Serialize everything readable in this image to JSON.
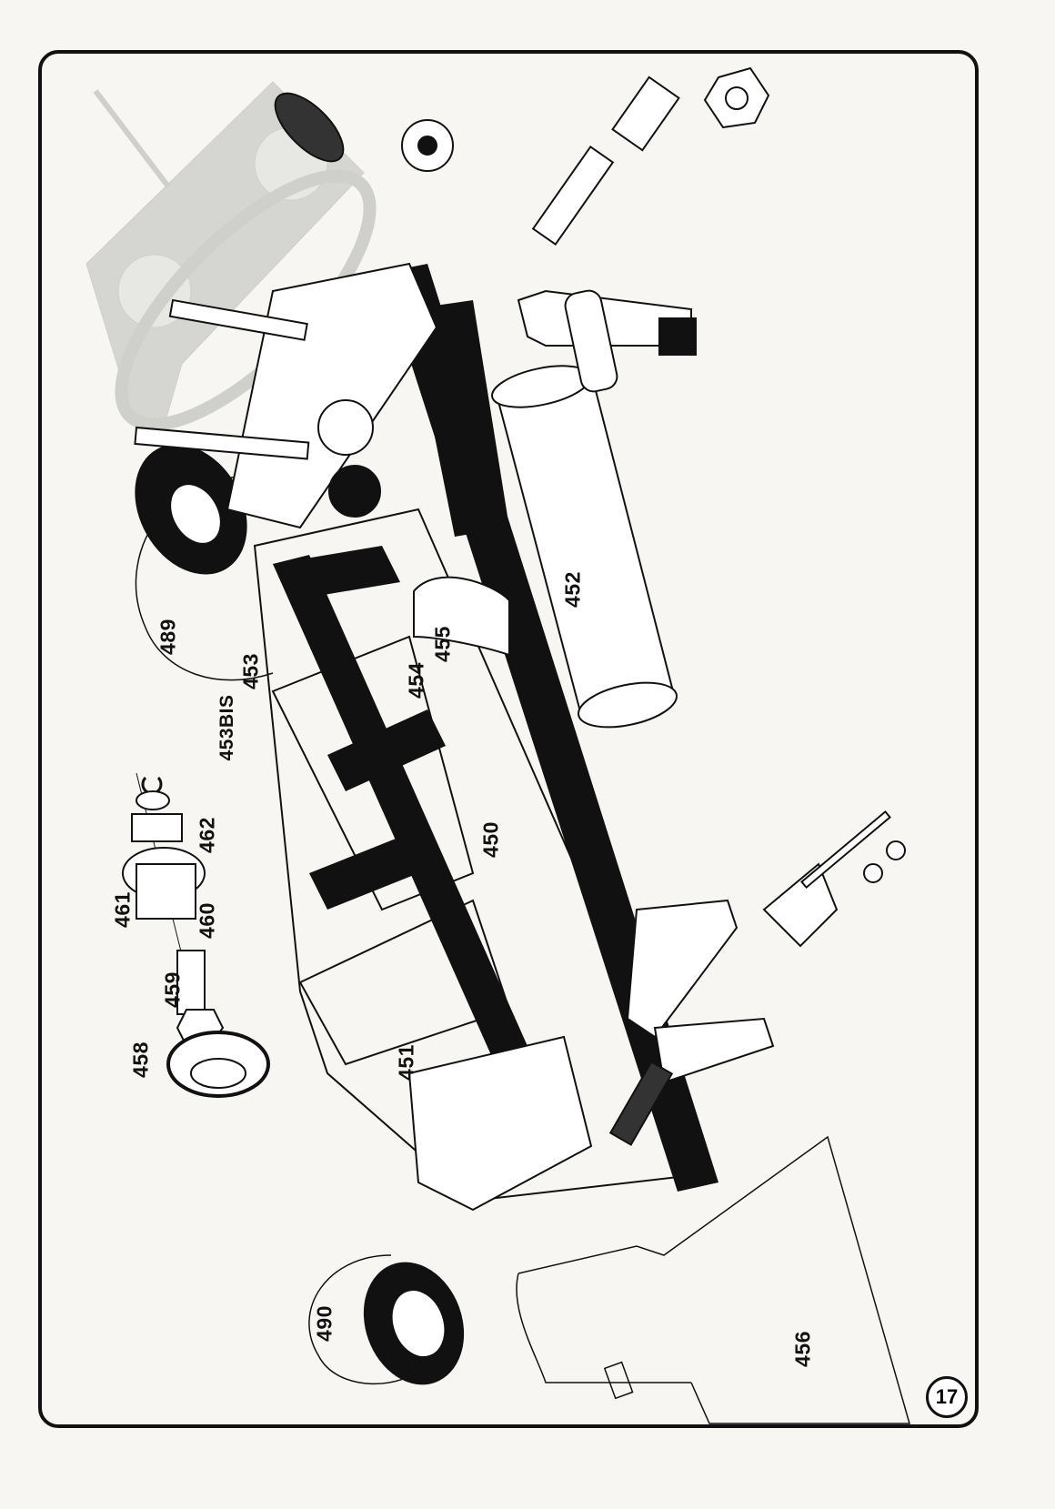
{
  "page_number": "17",
  "part_labels": {
    "p489": "489",
    "p453": "453",
    "p453bis": "453BIS",
    "p454": "454",
    "p455": "455",
    "p452": "452",
    "p450": "450",
    "p462": "462",
    "p461": "461",
    "p460": "460",
    "p459": "459",
    "p458": "458",
    "p451": "451",
    "p490": "490",
    "p456": "456"
  },
  "colors": {
    "ink": "#111111",
    "paper": "#f7f6f2",
    "watermark": "#b8b8b8"
  }
}
